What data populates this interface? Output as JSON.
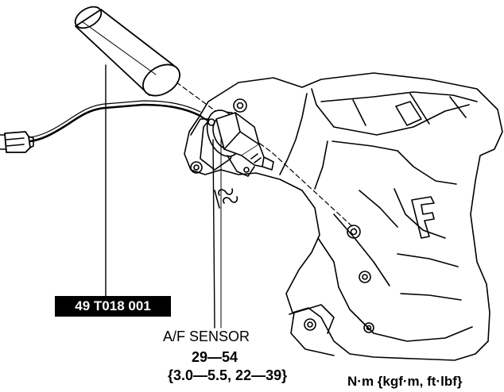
{
  "callouts": {
    "tool_number": "49 T018 001",
    "sensor_name": "A/F SENSOR",
    "torque_nm": "29—54",
    "torque_alt": "{3.0—5.5, 22—39}",
    "unit": "N·m {kgf·m, ft·lbf}"
  },
  "colors": {
    "line": "#000000",
    "background": "#ffffff",
    "label_box": "#000000",
    "label_text": "#ffffff"
  },
  "icons": [
    "socket-tool-icon",
    "af-sensor-icon",
    "exhaust-manifold-icon",
    "connector-icon"
  ]
}
